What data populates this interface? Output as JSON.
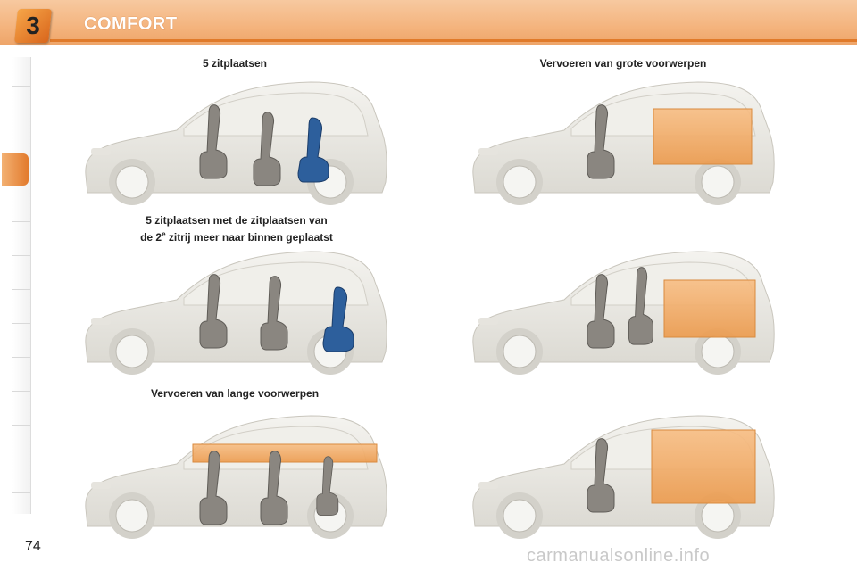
{
  "header": {
    "chapter_number": "3",
    "title": "COMFORT"
  },
  "colors": {
    "accent": "#e07a2a",
    "cargo": "#f2a45a",
    "car_body": "#ecebe6",
    "seat": "#8a8680",
    "child_seat": "#2d5f9c"
  },
  "captions": {
    "five_seats": "5 zitplaatsen",
    "five_seats_moved_line1": "5 zitplaatsen met de zitplaatsen van",
    "five_seats_moved_line2_pre": "de 2",
    "five_seats_moved_sup": "e",
    "five_seats_moved_line2_post": " zitrij meer naar binnen geplaatst",
    "long_objects": "Vervoeren van lange voorwerpen",
    "large_objects": "Vervoeren van grote voorwerpen"
  },
  "figures": [
    {
      "name": "car-five-seats",
      "seats": "front,row2,row3-child"
    },
    {
      "name": "car-large-objects-1",
      "seats": "front,row2-folded,cargo"
    },
    {
      "name": "car-five-seats-inward",
      "seats": "front,row2,row3-child"
    },
    {
      "name": "car-large-objects-2",
      "seats": "front,row2-tumbled,cargo"
    },
    {
      "name": "car-long-objects",
      "seats": "front,row2,row3,long-cargo"
    },
    {
      "name": "car-large-objects-3",
      "seats": "front,cargo-full"
    }
  ],
  "page_number": "74",
  "watermark": "carmanualsonline.info"
}
